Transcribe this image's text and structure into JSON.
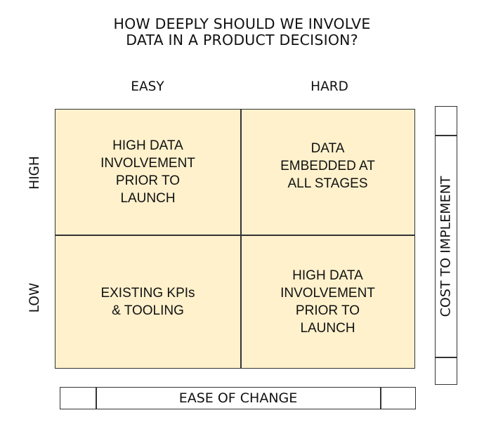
{
  "title": {
    "line1": "HOW DEEPLY SHOULD WE INVOLVE",
    "line2": "DATA IN A PRODUCT DECISION?"
  },
  "columns": {
    "easy": "EASY",
    "hard": "HARD"
  },
  "rows": {
    "high": "HIGH",
    "low": "LOW"
  },
  "cells": {
    "high_easy": [
      "HIGH DATA",
      "INVOLVEMENT",
      "PRIOR TO",
      "LAUNCH"
    ],
    "high_hard": [
      "DATA",
      "EMBEDDED AT",
      "ALL STAGES"
    ],
    "low_easy": [
      "EXISTING KPIs",
      "& TOOLING"
    ],
    "low_hard": [
      "HIGH DATA",
      "INVOLVEMENT",
      "PRIOR TO",
      "LAUNCH"
    ]
  },
  "axes": {
    "x_label": "EASE OF CHANGE",
    "y_label": "COST TO IMPLEMENT"
  },
  "colors": {
    "cell_fill": "#fff1cc",
    "border": "#333333"
  }
}
